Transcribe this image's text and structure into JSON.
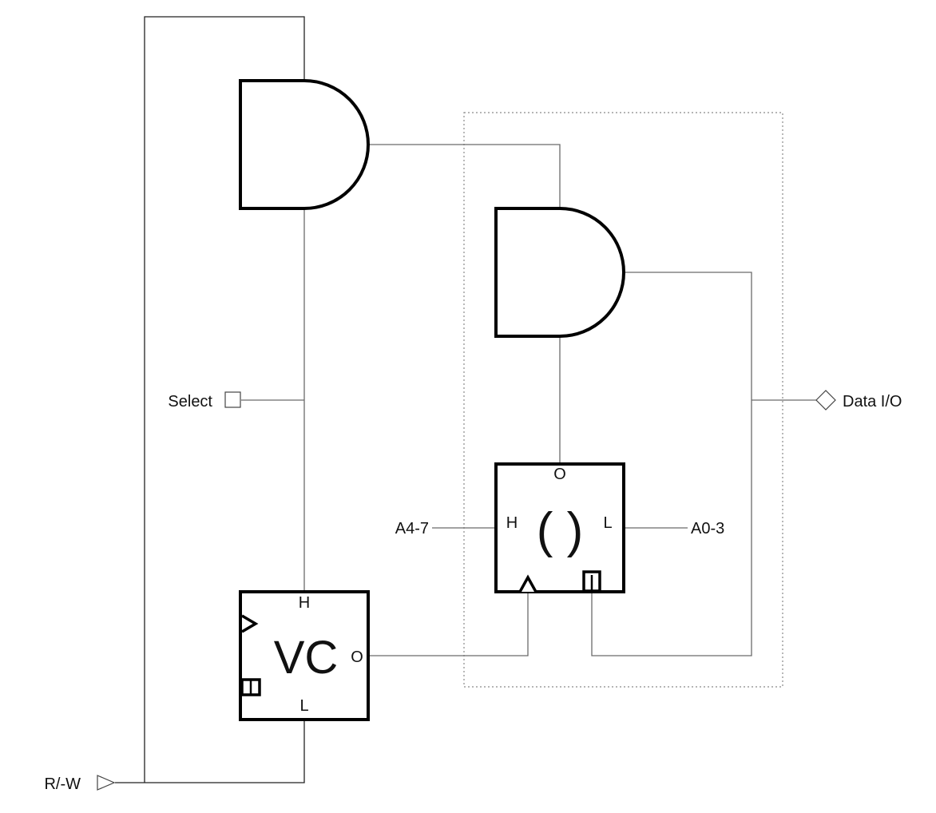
{
  "diagram": {
    "type": "logic-circuit",
    "ports": {
      "select": {
        "label": "Select",
        "shape": "square",
        "direction": "input"
      },
      "rw": {
        "label": "R/-W",
        "shape": "triangle",
        "direction": "input"
      },
      "data_io": {
        "label": "Data I/O",
        "shape": "diamond",
        "direction": "bidirectional"
      },
      "addr_high": {
        "label": "A4-7"
      },
      "addr_low": {
        "label": "A0-3"
      }
    },
    "gates": [
      {
        "id": "and1",
        "type": "AND"
      },
      {
        "id": "and2",
        "type": "AND"
      }
    ],
    "blocks": {
      "vc": {
        "label": "VC",
        "pins": {
          "high": "H",
          "low": "L",
          "out": "O"
        }
      },
      "mem": {
        "label": "( )",
        "pins": {
          "high": "H",
          "low": "L",
          "out": "O"
        }
      }
    },
    "group": {
      "style": "dotted"
    }
  }
}
